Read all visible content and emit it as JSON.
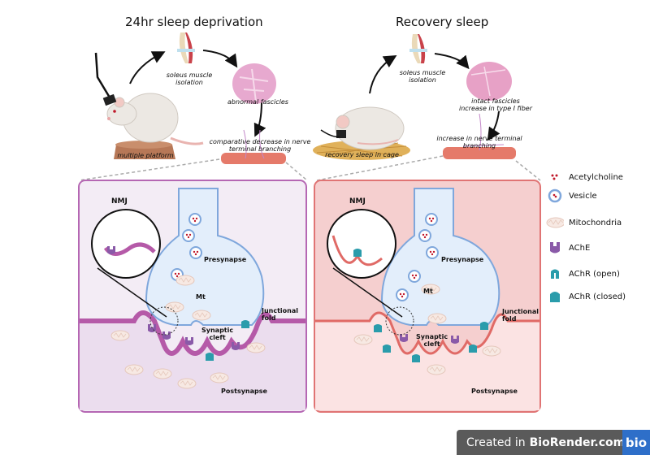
{
  "titles": {
    "left": "24hr sleep deprivation",
    "right": "Recovery sleep"
  },
  "left_workflow": {
    "step_isolation": "soleus muscle\nisolation",
    "step_isolation_l1": "soleus muscle",
    "step_isolation_l2": "isolation",
    "fascicles": "abnormal fascicles",
    "branching_l1": "comparative decrease in nerve",
    "branching_l2": "terminal branching",
    "platform": "multiple platform"
  },
  "right_workflow": {
    "step_isolation_l1": "soleus muscle",
    "step_isolation_l2": "isolation",
    "fascicles_l1": "intact fascicles",
    "fascicles_l2": "increase in type I fiber",
    "branching_l1": "increase in nerve terminal",
    "branching_l2": "branching",
    "cage": "recovery sleep in cage"
  },
  "left_panel": {
    "nmj": "NMJ",
    "presynapse": "Presynapse",
    "mt": "Mt",
    "cleft_l1": "Synaptic",
    "cleft_l2": "cleft",
    "fold_l1": "Junctional",
    "fold_l2": "fold",
    "postsynapse": "Postsynapse",
    "bg_color": "#f3ecf5",
    "border_color": "#b567b3",
    "membrane_color": "#b55aa8"
  },
  "right_panel": {
    "nmj": "NMJ",
    "presynapse": "Presynapse",
    "mt": "Mt",
    "cleft_l1": "Synaptic",
    "cleft_l2": "cleft",
    "fold_l1": "Junctional",
    "fold_l2": "fold",
    "postsynapse": "Postsynapse",
    "bg_color": "#f5cfcf",
    "border_color": "#e07474",
    "membrane_color": "#e06a66"
  },
  "legend": [
    {
      "icon": "acetylcholine-icon",
      "label": "Acetylcholine"
    },
    {
      "icon": "vesicle-icon",
      "label": "Vesicle"
    },
    {
      "icon": "mitochondria-icon",
      "label": "Mitochondria"
    },
    {
      "icon": "ache-icon",
      "label": "AChE"
    },
    {
      "icon": "achr-open-icon",
      "label": "AChR (open)"
    },
    {
      "icon": "achr-closed-icon",
      "label": "AChR (closed)"
    }
  ],
  "badge": {
    "created_in": "Created in",
    "brand": "BioRender.com",
    "logo": "bio"
  },
  "colors": {
    "terminal_fill": "#e3eefb",
    "terminal_stroke": "#7fa7dc",
    "ache": "#8a5aa8",
    "achr": "#2a9cab",
    "acetylcholine": "#c0182a",
    "muscle": "#e57a6a"
  }
}
